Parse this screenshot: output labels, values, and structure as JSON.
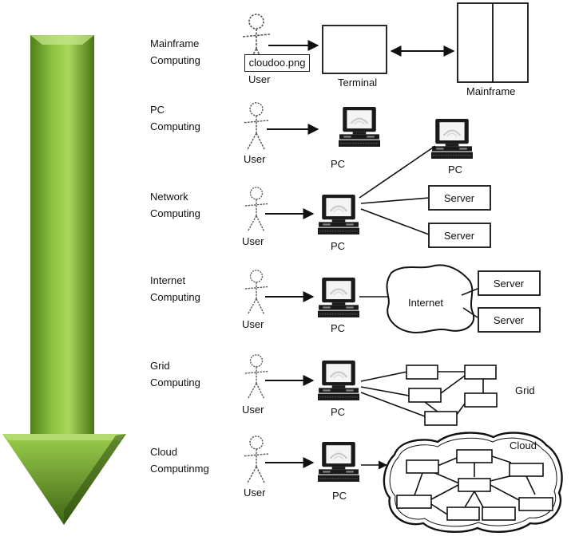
{
  "rows": [
    {
      "label1": "Mainframe",
      "label2": "Computing"
    },
    {
      "label1": "PC",
      "label2": "Computing"
    },
    {
      "label1": "Network",
      "label2": "Computing"
    },
    {
      "label1": "Internet",
      "label2": "Computing"
    },
    {
      "label1": "Grid",
      "label2": "Computing"
    },
    {
      "label1": "Cloud",
      "label2": "Computinmg"
    }
  ],
  "terms": {
    "user": "User",
    "pc": "PC",
    "server": "Server",
    "terminal": "Terminal",
    "mainframe": "Mainframe",
    "internet": "Internet",
    "grid": "Grid",
    "cloud": "Cloud",
    "file_tag": "cloudoo.png"
  },
  "colors": {
    "arrow_light": "#a9d65b",
    "arrow_mid": "#6f9e28",
    "arrow_dark": "#3e6414",
    "line": "#111111"
  }
}
